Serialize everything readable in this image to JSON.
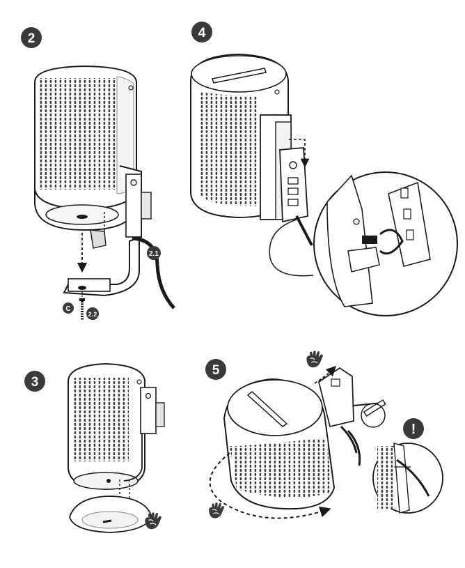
{
  "steps": [
    {
      "id": "step-2",
      "number": "2"
    },
    {
      "id": "step-3",
      "number": "3"
    },
    {
      "id": "step-4",
      "number": "4"
    },
    {
      "id": "step-5",
      "number": "5"
    }
  ],
  "labels": {
    "sub_2_1": "2.1",
    "sub_2_2": "2.2",
    "part_c": "C",
    "warning": "!"
  },
  "icons": [
    "hand-icon",
    "screwdriver-icon",
    "warning-icon",
    "rotate-arrow-icon"
  ],
  "colors": {
    "badge": "#3a3a3a",
    "line": "#1a1a1a",
    "grille": "#4a4a4a",
    "background": "#ffffff"
  }
}
